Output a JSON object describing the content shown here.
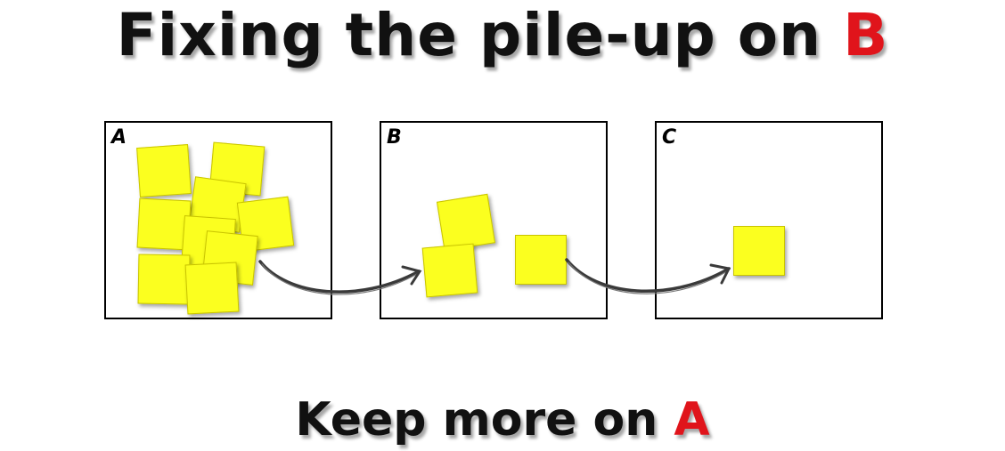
{
  "title": {
    "prefix": "Fixing the pile-up on ",
    "highlight": "B"
  },
  "subtitle": {
    "prefix": "Keep more on ",
    "highlight": "A"
  },
  "panels": [
    {
      "label": "A"
    },
    {
      "label": "B"
    },
    {
      "label": "C"
    }
  ],
  "colors": {
    "note": "#fbff1f",
    "accent": "#e0141b",
    "text": "#111111"
  }
}
